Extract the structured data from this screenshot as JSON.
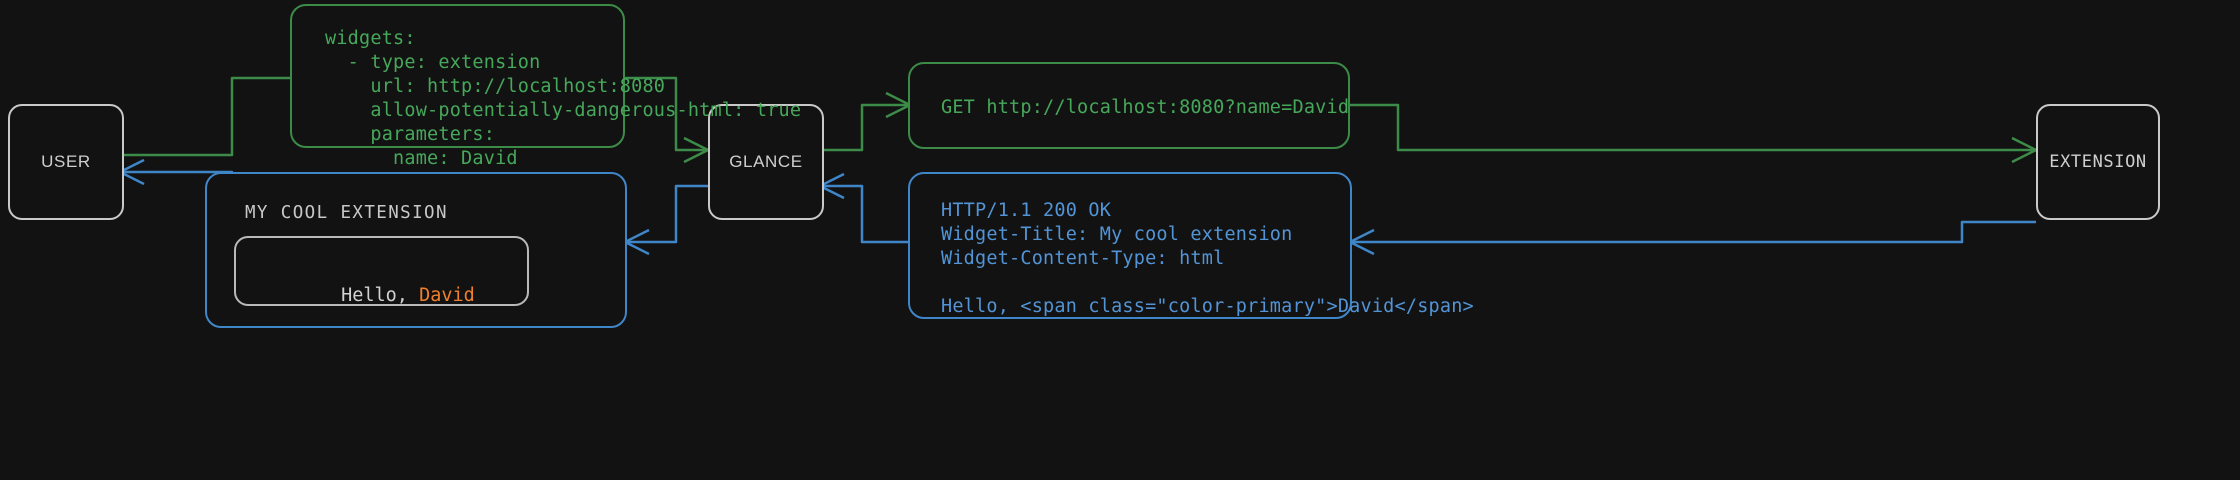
{
  "theme": {
    "background": "#121212",
    "node_border": "#c9c9c9",
    "node_text": "#cfcfcf",
    "request_border": "#3d8b49",
    "request_text": "#46a85a",
    "response_border": "#3f86c9",
    "response_text": "#5294d6",
    "widget_border": "#b9b9b9",
    "widget_text": "#d2d2d2",
    "accent_primary": "#f0802c"
  },
  "nodes": [
    {
      "id": "user",
      "label": "USER"
    },
    {
      "id": "glance",
      "label": "GLANCE"
    },
    {
      "id": "extension",
      "label": "EXTENSION"
    }
  ],
  "panels": {
    "config": {
      "kind": "request",
      "code": "widgets:\n  - type: extension\n    url: http://localhost:8080\n    allow-potentially-dangerous-html: true\n    parameters:\n      name: David"
    },
    "http_request": {
      "kind": "request",
      "code": "GET http://localhost:8080?name=David"
    },
    "http_response": {
      "kind": "response",
      "code": "HTTP/1.1 200 OK\nWidget-Title: My cool extension\nWidget-Content-Type: html\n\nHello, <span class=\"color-primary\">David</span>"
    },
    "widget_preview": {
      "kind": "response",
      "title": "MY COOL EXTENSION",
      "body_prefix": "Hello, ",
      "body_accent": "David"
    }
  },
  "edges": [
    {
      "id": "user-to-config",
      "from": "user",
      "to": "config",
      "color": "#3d8b49",
      "direction": "right"
    },
    {
      "id": "config-to-glance",
      "from": "config",
      "to": "glance",
      "color": "#3d8b49",
      "direction": "right"
    },
    {
      "id": "glance-to-request",
      "from": "glance",
      "to": "http_request",
      "color": "#3d8b49",
      "direction": "right"
    },
    {
      "id": "request-to-extension",
      "from": "http_request",
      "to": "extension",
      "color": "#3d8b49",
      "direction": "right"
    },
    {
      "id": "extension-to-response",
      "from": "extension",
      "to": "http_response",
      "color": "#3f86c9",
      "direction": "left"
    },
    {
      "id": "response-to-glance",
      "from": "http_response",
      "to": "glance",
      "color": "#3f86c9",
      "direction": "left"
    },
    {
      "id": "glance-to-widget",
      "from": "glance",
      "to": "widget_preview",
      "color": "#3f86c9",
      "direction": "left"
    },
    {
      "id": "widget-to-user",
      "from": "widget_preview",
      "to": "user",
      "color": "#3f86c9",
      "direction": "left"
    }
  ]
}
